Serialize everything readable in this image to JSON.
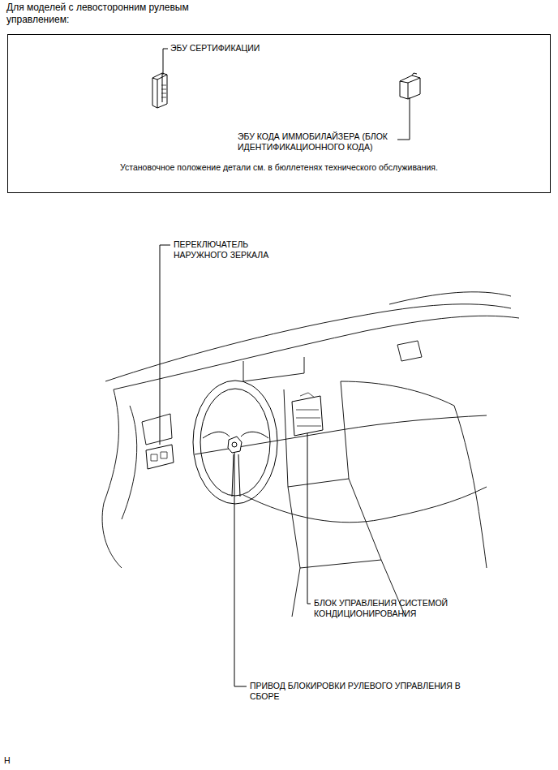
{
  "diagram": {
    "nodes": [
      {
        "text": [
          "Для моделей с левосторонним рулевым управлением:",
          "Установочное положение детали см. в бюллетенях технического обслуживания."
        ]
      }
    ],
    "labels": [
      "ЭБУ СЕРТИФИКАЦИИ",
      "ЭБУ КОДА ИММОБИЛАЙЗЕРА (БЛОК ИДЕНТИФИКАЦИОННОГО КОДА)",
      "ПЕРЕКЛЮЧАТЕЛЬ НАРУЖНОГО ЗЕРКАЛА",
      "БЛОК УПРАВЛЕНИЯ СИСТЕМОЙ КОНДИЦИОНИРОВАНИЯ",
      "ПРИВОД БЛОКИРОВКИ РУЛЕВОГО УПРАВЛЕНИЯ В СБОРЕ",
      "H"
    ]
  }
}
